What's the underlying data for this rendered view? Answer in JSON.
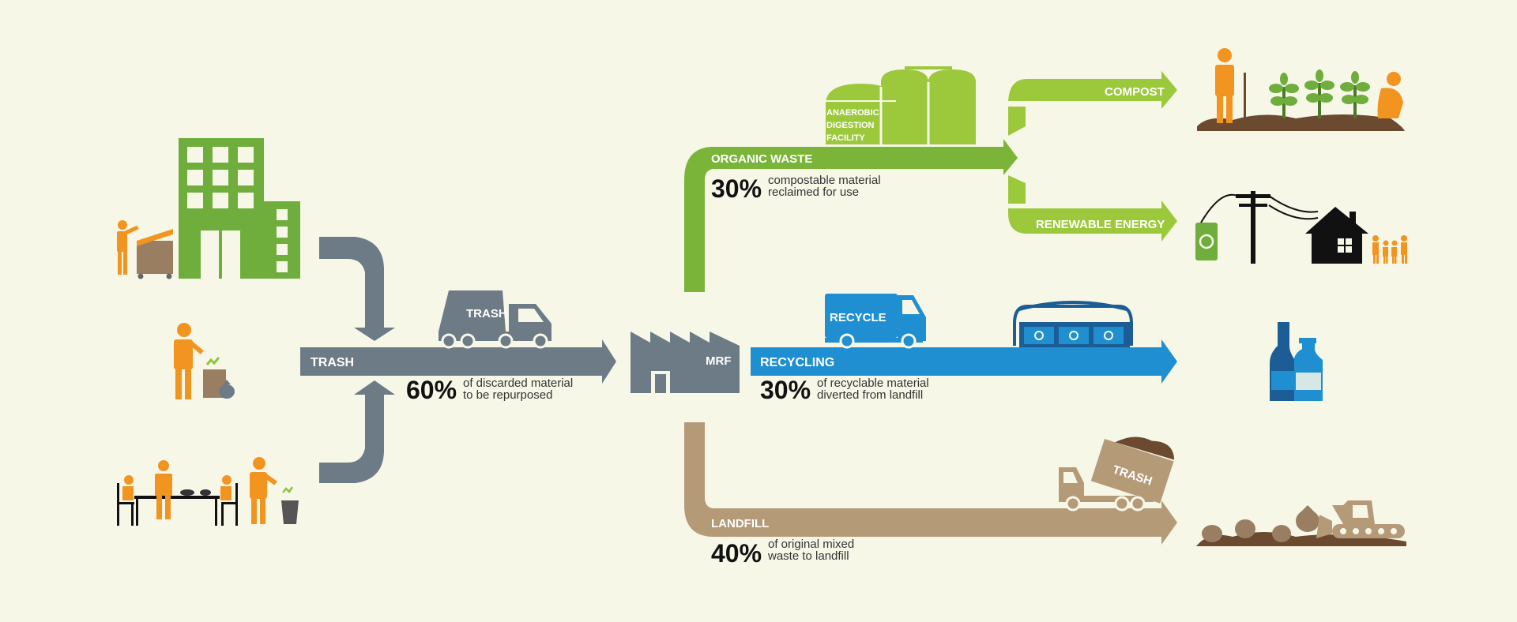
{
  "colors": {
    "background": "#f7f7e8",
    "trash_gray": "#6d7b86",
    "organic_green": "#7ab539",
    "light_green": "#9cc83c",
    "recycling_blue": "#1f8fd1",
    "landfill_brown": "#b59a78",
    "orange": "#f29420",
    "building_green": "#6fae3d"
  },
  "trash": {
    "label": "TRASH",
    "truck_label": "TRASH",
    "percent": "60%",
    "desc_line1": "of discarded material",
    "desc_line2": "to be repurposed"
  },
  "mrf": {
    "label": "MRF"
  },
  "organic": {
    "label": "ORGANIC WASTE",
    "percent": "30%",
    "desc_line1": "compostable material",
    "desc_line2": "reclaimed for use",
    "facility_line1": "ANAEROBIC",
    "facility_line2": "DIGESTION",
    "facility_line3": "FACILITY",
    "compost_label": "COMPOST",
    "energy_label": "RENEWABLE ENERGY"
  },
  "recycling": {
    "label": "RECYCLING",
    "truck_label": "RECYCLE",
    "percent": "30%",
    "desc_line1": "of recyclable material",
    "desc_line2": "diverted from landfill"
  },
  "landfill": {
    "label": "LANDFILL",
    "truck_label": "TRASH",
    "percent": "40%",
    "desc_line1": "of original mixed",
    "desc_line2": "waste to landfill"
  }
}
